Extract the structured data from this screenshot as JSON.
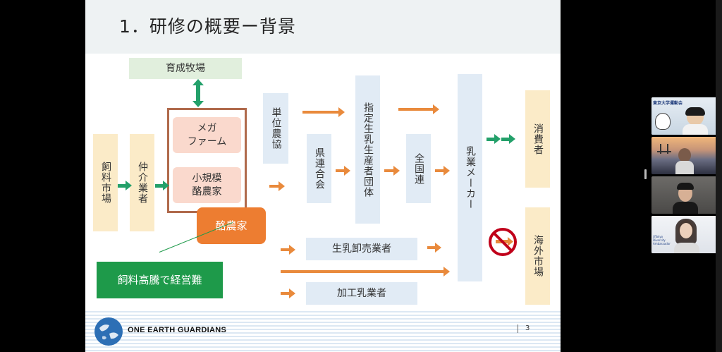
{
  "slide": {
    "title": "1．研修の概要ー背景",
    "nodes": {
      "ikusei_bokujo": "育成牧場",
      "mega_farm": "メガ\nファーム",
      "small_dairy": "小規模\n酪農家",
      "rakunouka": "酪農家",
      "feed_market": "飼料市場",
      "broker": "仲介業者",
      "unit_coop": "単位農協",
      "prefecture_fed": "県連合会",
      "designated_group": "指定生乳生産者団体",
      "national_fed": "全国連",
      "dairy_maker": "乳業メーカー",
      "consumer": "消費者",
      "overseas_market": "海外市場",
      "raw_milk_wholesaler": "生乳卸売業者",
      "processed_dairy": "加工乳業者",
      "feed_cost_note": "飼料高騰で経営難"
    },
    "footer": {
      "org_name": "ONE EARTH GUARDIANS",
      "page_number": "3"
    }
  },
  "participants": [
    {
      "label": "東京大学運動会"
    },
    {
      "label": ""
    },
    {
      "label": ""
    },
    {
      "label": "UTokyo Diversity Ambassador"
    }
  ],
  "colors": {
    "orange_arrow": "#e98a3c",
    "green_arrow": "#23a06a",
    "note_green": "#1e9a4a",
    "rakunouka_orange": "#ed7d31"
  }
}
